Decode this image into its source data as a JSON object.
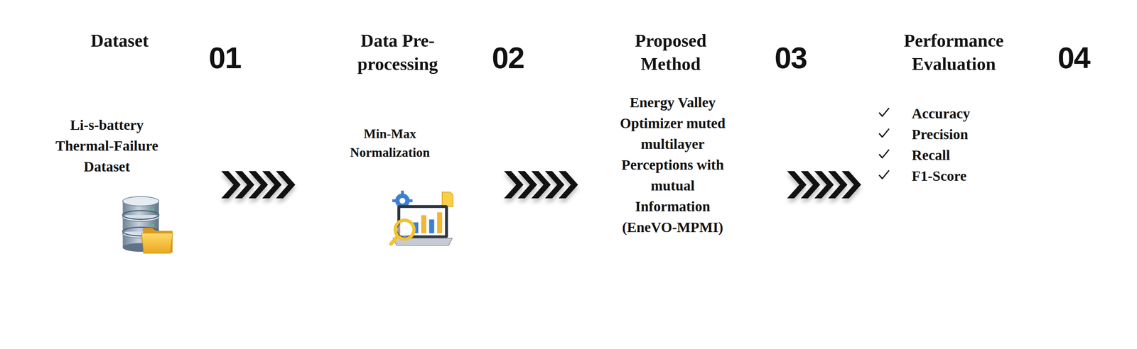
{
  "diagram": {
    "nodes": [
      {
        "text": [
          "Dataset"
        ]
      },
      {
        "text": [
          "01"
        ],
        "in": 0
      },
      {
        "text": [
          "Li-s-battery Thermal-Failure Dataset"
        ],
        "in": 0
      },
      {
        "text": [
          "Data Pre-processing"
        ]
      },
      {
        "text": [
          "02"
        ],
        "in": 3
      },
      {
        "text": [
          "Min-Max Normalization"
        ],
        "in": 3
      },
      {
        "text": [
          "Proposed Method"
        ]
      },
      {
        "text": [
          "03"
        ],
        "in": 6
      },
      {
        "text": [
          "Energy Valley Optimizer muted multilayer Perceptions with mutual Information (EneVO-MPMI)"
        ],
        "in": 6
      },
      {
        "text": [
          "Performance Evaluation"
        ]
      },
      {
        "text": [
          "04"
        ],
        "in": 9
      },
      {
        "text": [
          "Accuracy",
          "Precision",
          "Recall",
          "F1-Score"
        ],
        "in": 9
      }
    ],
    "edges": [
      {
        "from": 0,
        "to": 3,
        "arrow": "to"
      },
      {
        "from": 3,
        "to": 6,
        "arrow": "to"
      },
      {
        "from": 6,
        "to": 9,
        "arrow": "to"
      }
    ]
  }
}
